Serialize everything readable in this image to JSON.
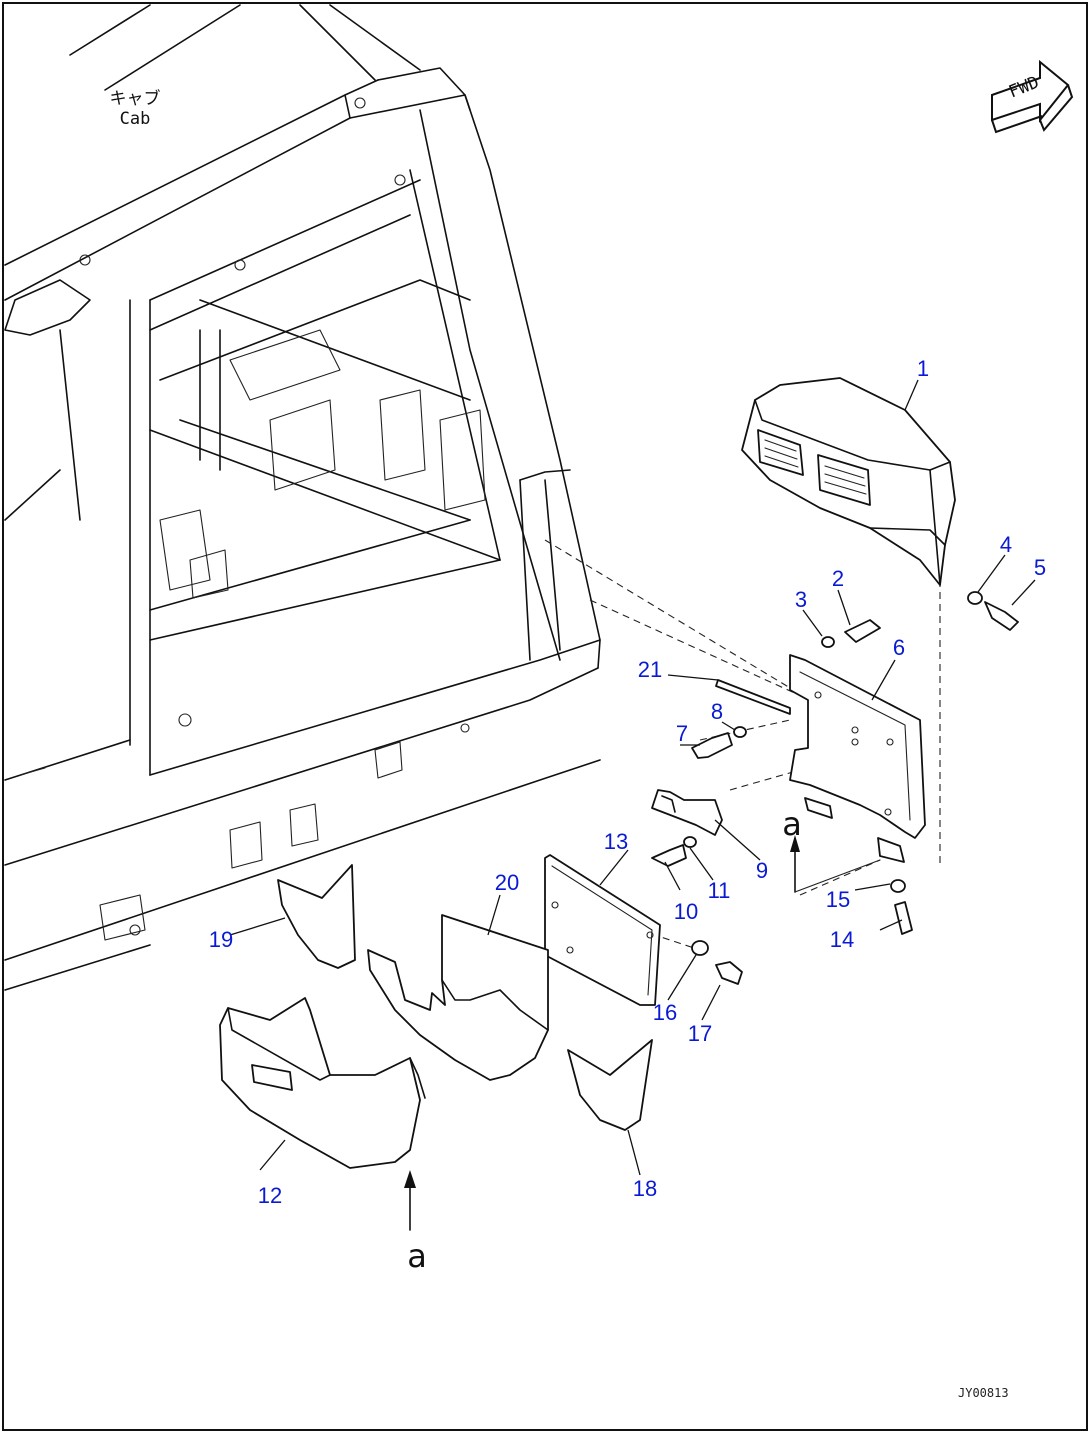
{
  "cab_label": {
    "jp": "キャブ",
    "en": "Cab"
  },
  "fwd_label": "FWD",
  "view_marker": "a",
  "drawing_number": "JY00813",
  "callouts": [
    "1",
    "2",
    "3",
    "4",
    "5",
    "6",
    "7",
    "8",
    "9",
    "10",
    "11",
    "12",
    "13",
    "14",
    "15",
    "16",
    "17",
    "18",
    "19",
    "20",
    "21"
  ],
  "callout_color": "#0a1ad4"
}
